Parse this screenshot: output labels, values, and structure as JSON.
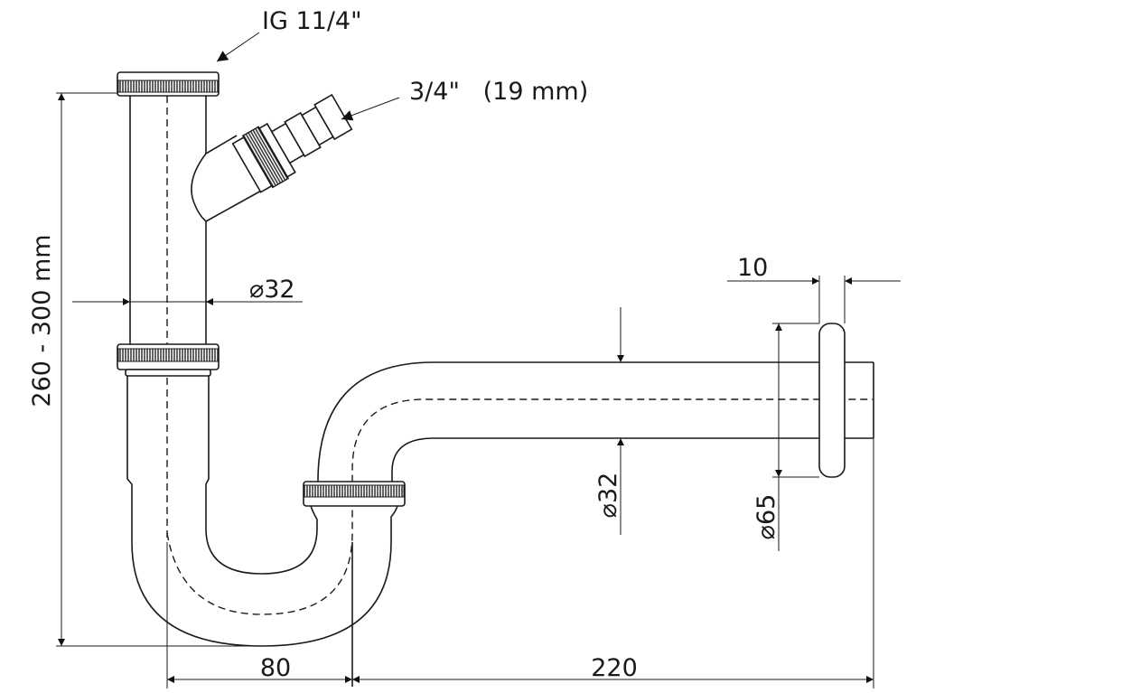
{
  "labels": {
    "thread_top": "IG 11/4\"",
    "side_inlet": "3/4\"   (19 mm)",
    "height_range": "260 - 300 mm",
    "pipe_diameter_vertical": "⌀32",
    "pipe_diameter_horizontal": "⌀32",
    "rosette_diameter": "⌀65",
    "rosette_thickness": "10",
    "offset_trap": "80",
    "wall_distance": "220"
  },
  "colors": {
    "line": "#1a1a1a",
    "background": "#ffffff"
  }
}
